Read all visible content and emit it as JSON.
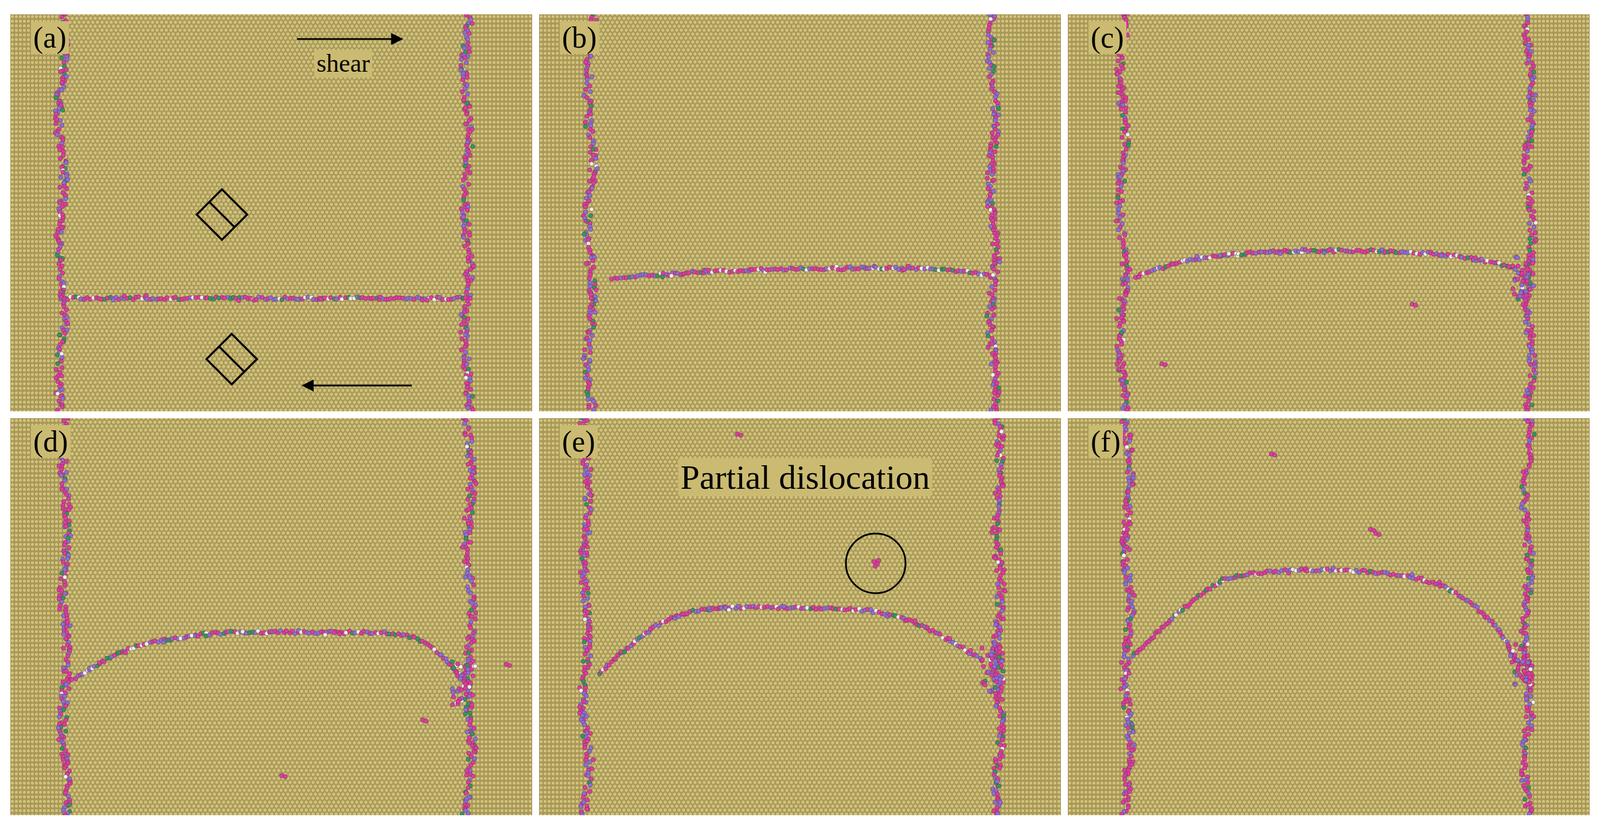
{
  "diagram": {
    "labels": [
      "(a)",
      "shear",
      "(b)",
      "(c)",
      "(d)",
      "(e)",
      "Partial dislocation",
      "(f)"
    ]
  }
}
